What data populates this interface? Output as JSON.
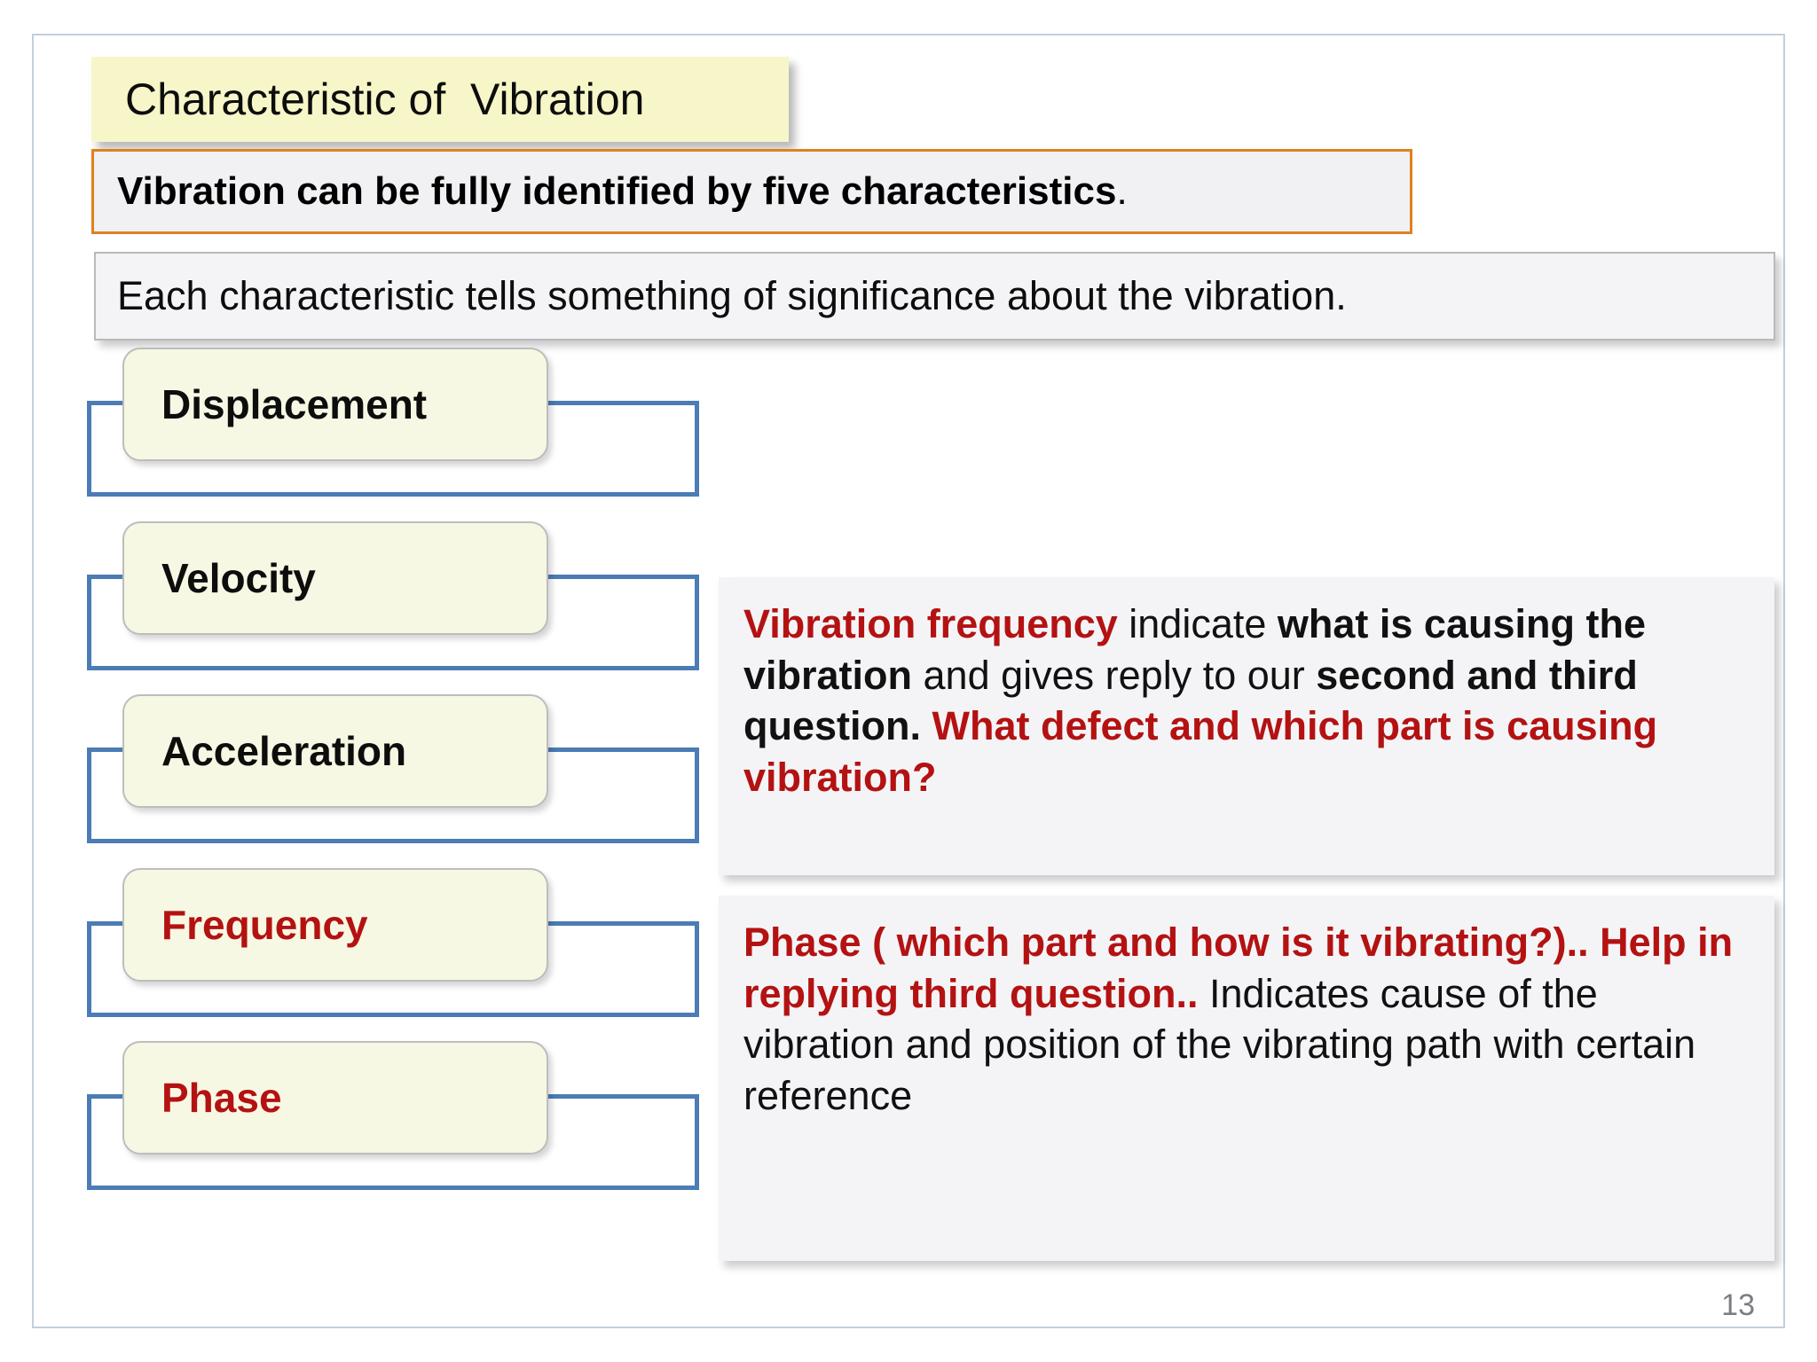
{
  "slide": {
    "title": "Characteristic of  Vibration",
    "page_number": "13",
    "accent_colors": {
      "title_chip_bg": "#F7F6C8",
      "banner_border_orange": "#E0801F",
      "panel_bg": "#F4F4F7",
      "connector_blue": "#4B7CB5",
      "pill_bg": "#F7F8E3",
      "highlight_red": "#B41212",
      "page_number_gray": "#7D7D84"
    }
  },
  "banners": {
    "one": {
      "bold_text": "Vibration can be fully identified by five characteristics",
      "trailing_text": "."
    },
    "two": {
      "text": "Each characteristic tells something of significance about the vibration."
    }
  },
  "characteristics": [
    {
      "label": "Displacement",
      "emphasis": "normal"
    },
    {
      "label": "Velocity",
      "emphasis": "normal"
    },
    {
      "label": "Acceleration",
      "emphasis": "normal"
    },
    {
      "label": "Frequency",
      "emphasis": "red"
    },
    {
      "label": "Phase",
      "emphasis": "red"
    }
  ],
  "panels": {
    "frequency": {
      "segments": [
        {
          "text": "Vibration frequency ",
          "style": "red-bold"
        },
        {
          "text": "indicate ",
          "style": "plain"
        },
        {
          "text": "what is causing the vibration ",
          "style": "black-bold"
        },
        {
          "text": "and gives reply to our ",
          "style": "plain"
        },
        {
          "text": "second and third question. ",
          "style": "black-bold"
        },
        {
          "text": "What defect and which part is causing vibration?",
          "style": "red-bold"
        }
      ]
    },
    "phase": {
      "segments": [
        {
          "text": "Phase ( which part and how is it vibrating?).. Help in  replying  third question..",
          "style": "red-bold"
        },
        {
          "text": "  Indicates cause of the vibration and position of the vibrating path with certain reference",
          "style": "plain"
        }
      ]
    }
  }
}
